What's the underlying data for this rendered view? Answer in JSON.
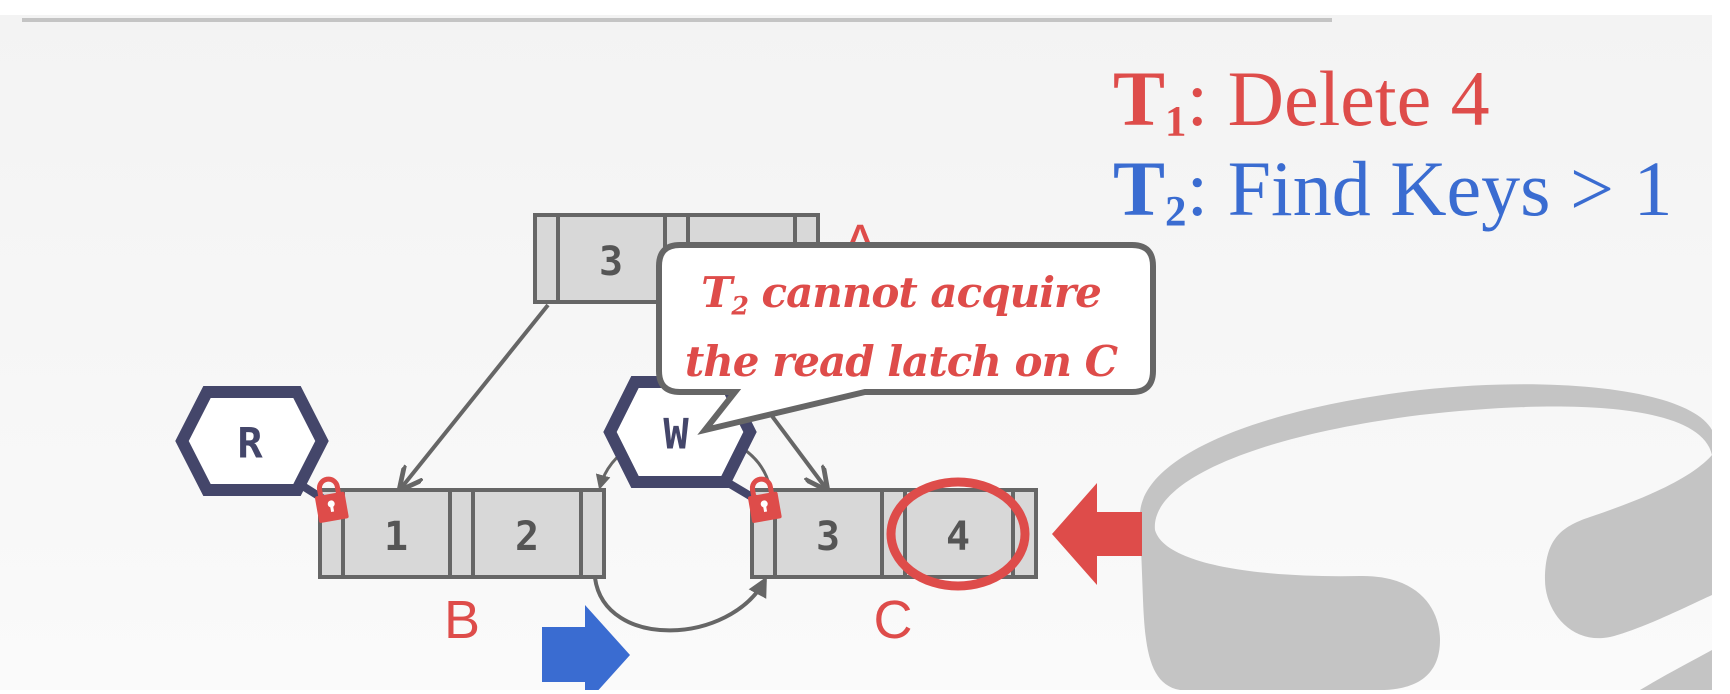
{
  "colors": {
    "red": "#de4c4a",
    "blue": "#3a6cd1",
    "latch_hex": "#44466a",
    "node_fill": "#d8d8d8",
    "node_stroke": "#666666",
    "logo_gray": "#c4c4c4"
  },
  "transactions": [
    {
      "id": "T",
      "subscript": "1",
      "operation": ": Delete 4",
      "color": "red"
    },
    {
      "id": "T",
      "subscript": "2",
      "operation": ": Find Keys > 1",
      "color": "blue"
    }
  ],
  "tree": {
    "root": {
      "label": "A",
      "keys": [
        "3",
        ""
      ]
    },
    "leaves": [
      {
        "label": "B",
        "keys": [
          "1",
          "2"
        ],
        "latch": "R"
      },
      {
        "label": "C",
        "keys": [
          "3",
          "4"
        ],
        "latch": "W",
        "highlighted_key": "4"
      }
    ]
  },
  "latches": {
    "read": "R",
    "write": "W"
  },
  "callout": {
    "subject": "T",
    "subject_subscript": "2",
    "line1_rest": " cannot acquire",
    "line2": "the read latch on C"
  },
  "icons": [
    "lock-icon",
    "lock-icon",
    "arrow-right-icon",
    "arrow-left-icon",
    "logo-icon"
  ]
}
